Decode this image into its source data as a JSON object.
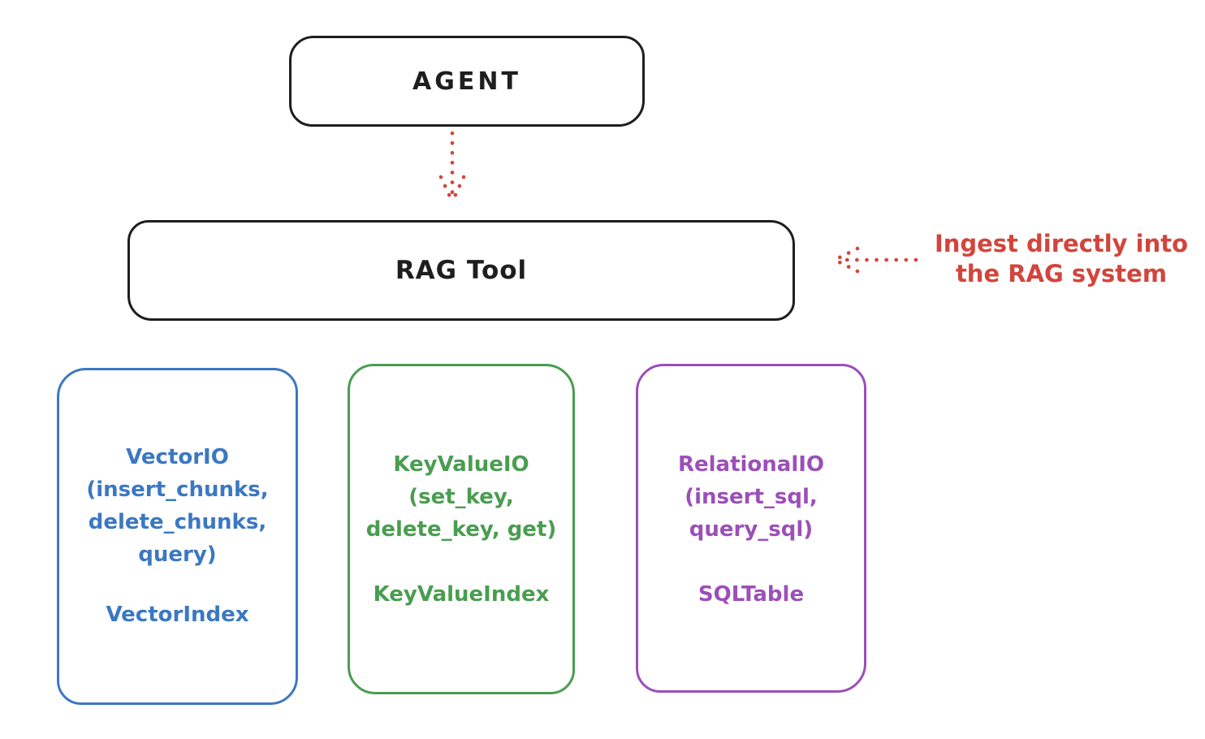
{
  "diagram": {
    "background": "#ffffff",
    "stroke_color": "#1e1e1e",
    "agent": {
      "label": "AGENT"
    },
    "rag_tool": {
      "label": "RAG Tool"
    },
    "annotation": {
      "text": "Ingest directly into\nthe RAG system",
      "color": "#d2453c"
    },
    "connectors": [
      {
        "name": "agent-to-rag-tool",
        "style": "dotted",
        "direction": "down",
        "color": "#d2453c"
      },
      {
        "name": "ingest-into-rag-tool",
        "style": "dotted",
        "direction": "left",
        "color": "#d2453c"
      }
    ],
    "backends": [
      {
        "name": "vector-io",
        "label": "VectorIO\n(insert_chunks,\ndelete_chunks,\nquery)",
        "index": "VectorIndex",
        "color": "#3b78c2"
      },
      {
        "name": "key-value-io",
        "label": "KeyValueIO\n(set_key,\ndelete_key, get)",
        "index": "KeyValueIndex",
        "color": "#4a9d50"
      },
      {
        "name": "relational-io",
        "label": "RelationalIO\n(insert_sql,\nquery_sql)",
        "index": "SQLTable",
        "color": "#9c4fb8"
      }
    ]
  }
}
